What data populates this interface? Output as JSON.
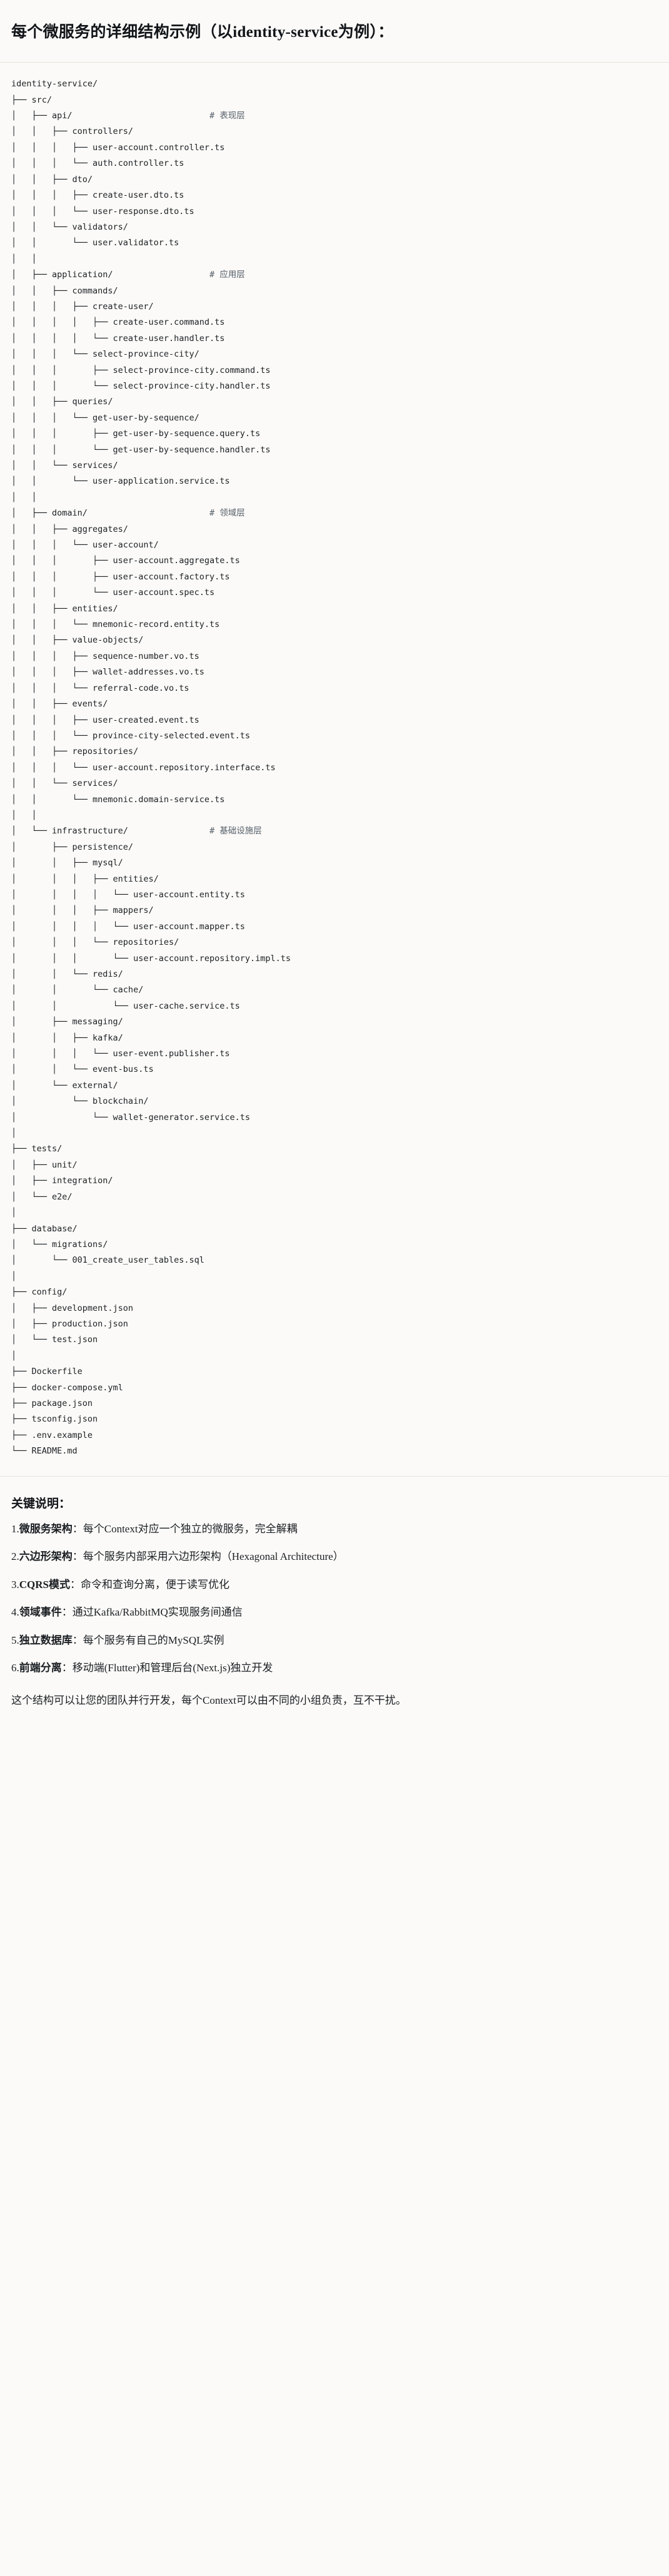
{
  "heading": "每个微服务的详细结构示例（以identity-service为例）：",
  "tree": {
    "root": "identity-service/",
    "lines": [
      "identity-service/",
      "├── src/",
      "│   ├── api/                           # 表现层",
      "│   │   ├── controllers/",
      "│   │   │   ├── user-account.controller.ts",
      "│   │   │   └── auth.controller.ts",
      "│   │   ├── dto/",
      "│   │   │   ├── create-user.dto.ts",
      "│   │   │   └── user-response.dto.ts",
      "│   │   └── validators/",
      "│   │       └── user.validator.ts",
      "│   │",
      "│   ├── application/                   # 应用层",
      "│   │   ├── commands/",
      "│   │   │   ├── create-user/",
      "│   │   │   │   ├── create-user.command.ts",
      "│   │   │   │   └── create-user.handler.ts",
      "│   │   │   └── select-province-city/",
      "│   │   │       ├── select-province-city.command.ts",
      "│   │   │       └── select-province-city.handler.ts",
      "│   │   ├── queries/",
      "│   │   │   └── get-user-by-sequence/",
      "│   │   │       ├── get-user-by-sequence.query.ts",
      "│   │   │       └── get-user-by-sequence.handler.ts",
      "│   │   └── services/",
      "│   │       └── user-application.service.ts",
      "│   │",
      "│   ├── domain/                        # 领域层",
      "│   │   ├── aggregates/",
      "│   │   │   └── user-account/",
      "│   │   │       ├── user-account.aggregate.ts",
      "│   │   │       ├── user-account.factory.ts",
      "│   │   │       └── user-account.spec.ts",
      "│   │   ├── entities/",
      "│   │   │   └── mnemonic-record.entity.ts",
      "│   │   ├── value-objects/",
      "│   │   │   ├── sequence-number.vo.ts",
      "│   │   │   ├── wallet-addresses.vo.ts",
      "│   │   │   └── referral-code.vo.ts",
      "│   │   ├── events/",
      "│   │   │   ├── user-created.event.ts",
      "│   │   │   └── province-city-selected.event.ts",
      "│   │   ├── repositories/",
      "│   │   │   └── user-account.repository.interface.ts",
      "│   │   └── services/",
      "│   │       └── mnemonic.domain-service.ts",
      "│   │",
      "│   └── infrastructure/                # 基础设施层",
      "│       ├── persistence/",
      "│       │   ├── mysql/",
      "│       │   │   ├── entities/",
      "│       │   │   │   └── user-account.entity.ts",
      "│       │   │   ├── mappers/",
      "│       │   │   │   └── user-account.mapper.ts",
      "│       │   │   └── repositories/",
      "│       │   │       └── user-account.repository.impl.ts",
      "│       │   └── redis/",
      "│       │       └── cache/",
      "│       │           └── user-cache.service.ts",
      "│       ├── messaging/",
      "│       │   ├── kafka/",
      "│       │   │   └── user-event.publisher.ts",
      "│       │   └── event-bus.ts",
      "│       └── external/",
      "│           └── blockchain/",
      "│               └── wallet-generator.service.ts",
      "│",
      "├── tests/",
      "│   ├── unit/",
      "│   ├── integration/",
      "│   └── e2e/",
      "│",
      "├── database/",
      "│   └── migrations/",
      "│       └── 001_create_user_tables.sql",
      "│",
      "├── config/",
      "│   ├── development.json",
      "│   ├── production.json",
      "│   └── test.json",
      "│",
      "├── Dockerfile",
      "├── docker-compose.yml",
      "├── package.json",
      "├── tsconfig.json",
      "├── .env.example",
      "└── README.md"
    ],
    "comments": [
      {
        "text": "# 表现层",
        "label": "presentation-layer"
      },
      {
        "text": "# 应用层",
        "label": "application-layer"
      },
      {
        "text": "# 领域层",
        "label": "domain-layer"
      },
      {
        "text": "# 基础设施层",
        "label": "infrastructure-layer"
      }
    ]
  },
  "notes": {
    "title": "关键说明：",
    "items": [
      {
        "num": "1.",
        "term": "微服务架构",
        "colon": "：",
        "desc": "每个Context对应一个独立的微服务，完全解耦"
      },
      {
        "num": "2.",
        "term": "六边形架构",
        "colon": "：",
        "desc": "每个服务内部采用六边形架构（Hexagonal Architecture）"
      },
      {
        "num": "3.",
        "term": "CQRS模式",
        "colon": "：",
        "desc": "命令和查询分离，便于读写优化"
      },
      {
        "num": "4.",
        "term": "领域事件",
        "colon": "：",
        "desc": "通过Kafka/RabbitMQ实现服务间通信"
      },
      {
        "num": "5.",
        "term": "独立数据库",
        "colon": "：",
        "desc": "每个服务有自己的MySQL实例"
      },
      {
        "num": "6.",
        "term": "前端分离",
        "colon": "：",
        "desc": "移动端(Flutter)和管理后台(Next.js)独立开发"
      }
    ],
    "closing": "这个结构可以让您的团队并行开发，每个Context可以由不同的小组负责，互不干扰。"
  },
  "colors": {
    "background": "#fbfaf8",
    "text": "#1b1f23",
    "comment": "#57606a",
    "rule": "#e6e2dc"
  }
}
